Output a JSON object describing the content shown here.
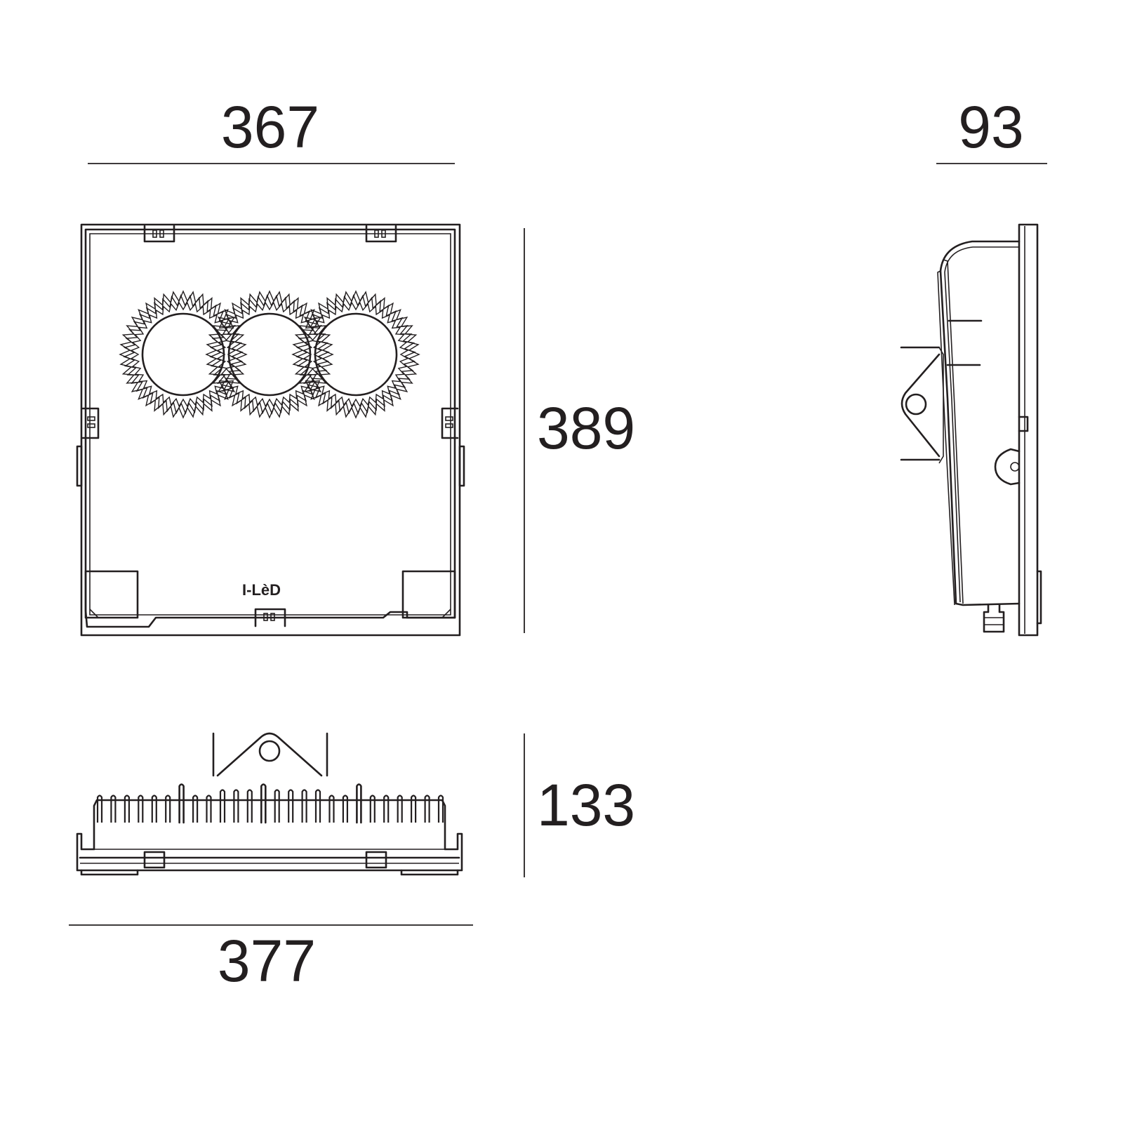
{
  "dimensions": {
    "front_width": "367",
    "side_depth": "93",
    "height": "389",
    "bottom_height": "133",
    "bottom_width": "377"
  },
  "logo": "I-LèD",
  "colors": {
    "line": "#231f20",
    "background": "#ffffff"
  }
}
